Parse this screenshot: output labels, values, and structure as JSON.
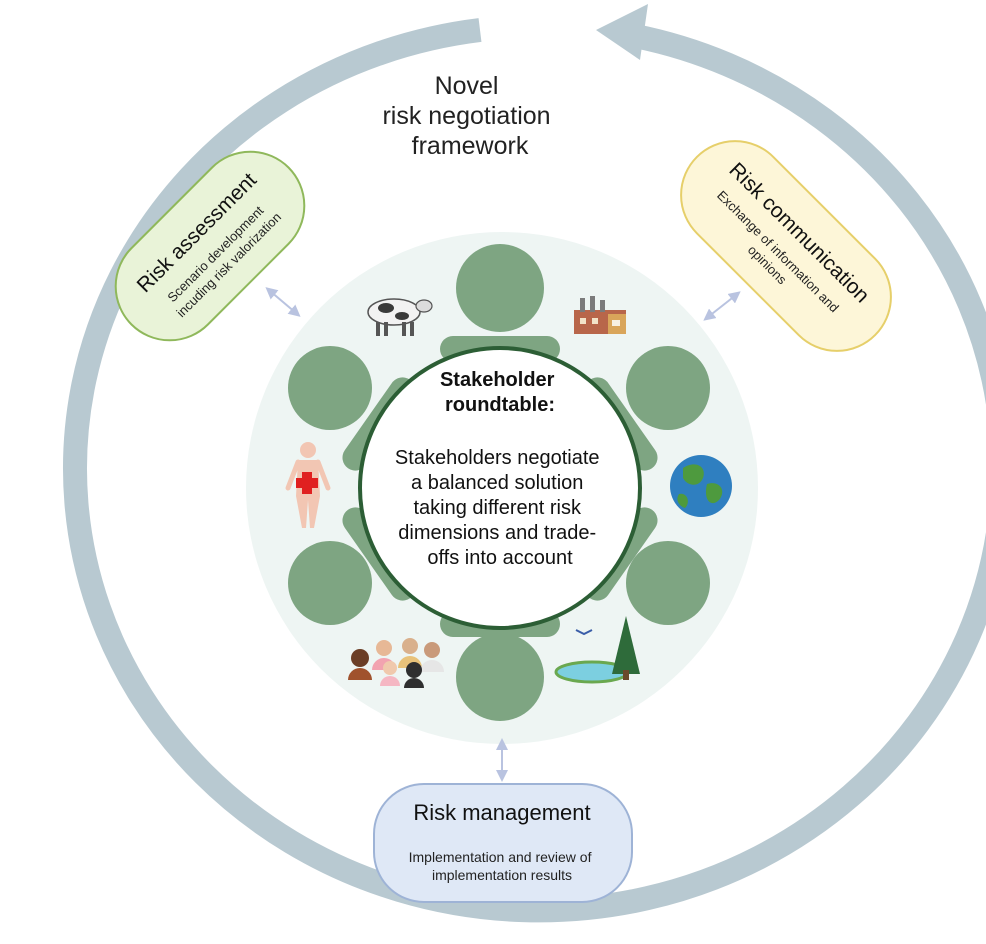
{
  "title_lines": [
    "Novel",
    "risk negotiation",
    "framework"
  ],
  "center": {
    "heading_lines": [
      "Stakeholder",
      "roundtable:"
    ],
    "body_lines": [
      "Stakeholders negotiate",
      "a balanced solution",
      "taking different risk",
      "dimensions and trade-",
      "offs into account"
    ]
  },
  "stages": {
    "assessment": {
      "title": "Risk assessment",
      "desc_lines": [
        "Scenario development",
        "incuding risk valorization"
      ],
      "fill": "#e9f3d8",
      "stroke": "#8fb85b"
    },
    "communication": {
      "title": "Risk communication",
      "desc_lines": [
        "Exchange of information and",
        "opinions"
      ],
      "fill": "#fdf6d8",
      "stroke": "#e6cf6a"
    },
    "management": {
      "title": "Risk management",
      "desc_lines": [
        "Implementation and review of",
        "implementation results"
      ],
      "fill": "#dfe8f6",
      "stroke": "#9eb3d6"
    }
  },
  "stakeholder_icons": [
    "cow-icon",
    "factory-icon",
    "globe-icon",
    "forest-lake-icon",
    "people-group-icon",
    "human-health-icon"
  ],
  "colors": {
    "cycle_arrow": "#b8c9d1",
    "seat": "#7ea582",
    "table_halo": "#eef5f3",
    "table_ring": "#2c5e35",
    "connector": "#b9c3e0"
  }
}
